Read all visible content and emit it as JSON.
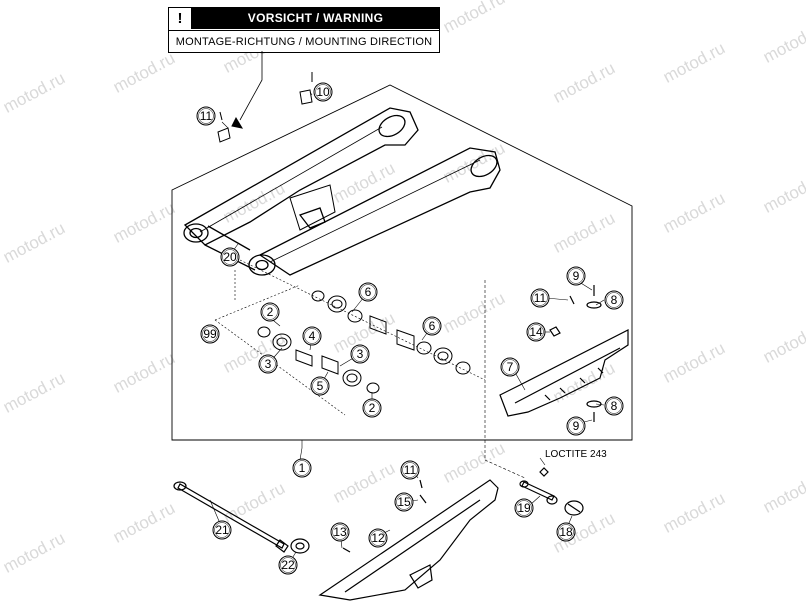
{
  "warning": {
    "icon": "!",
    "title": "VORSICHT / WARNING",
    "subtitle": "MONTAGE-RICHTUNG / MOUNTING DIRECTION"
  },
  "note": "LOCTITE 243",
  "watermark": "motod.ru",
  "callouts": [
    {
      "n": "1"
    },
    {
      "n": "2"
    },
    {
      "n": "2"
    },
    {
      "n": "3"
    },
    {
      "n": "3"
    },
    {
      "n": "4"
    },
    {
      "n": "5"
    },
    {
      "n": "6"
    },
    {
      "n": "6"
    },
    {
      "n": "7"
    },
    {
      "n": "8"
    },
    {
      "n": "8"
    },
    {
      "n": "9"
    },
    {
      "n": "9"
    },
    {
      "n": "10"
    },
    {
      "n": "11"
    },
    {
      "n": "11"
    },
    {
      "n": "11"
    },
    {
      "n": "12"
    },
    {
      "n": "13"
    },
    {
      "n": "14"
    },
    {
      "n": "15"
    },
    {
      "n": "18"
    },
    {
      "n": "19"
    },
    {
      "n": "20"
    },
    {
      "n": "21"
    },
    {
      "n": "22"
    },
    {
      "n": "99"
    }
  ]
}
